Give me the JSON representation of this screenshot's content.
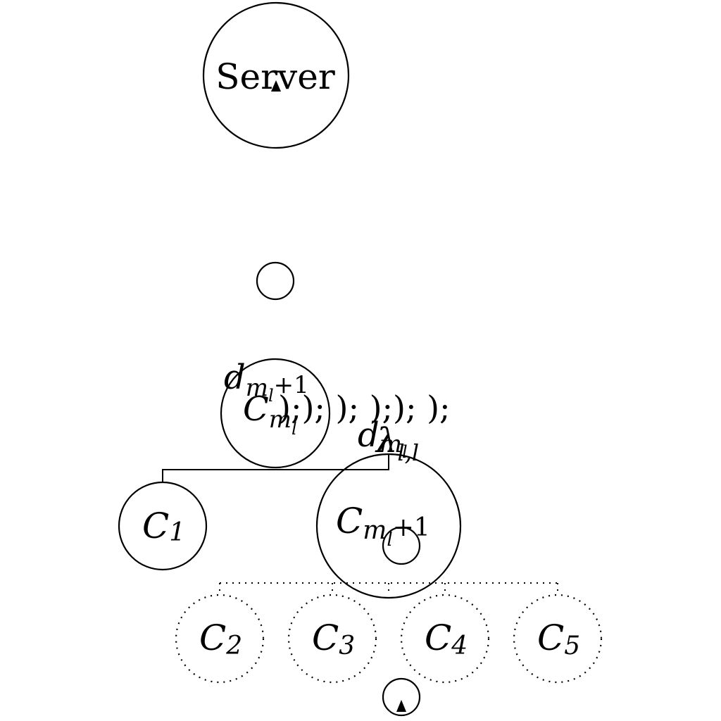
{
  "server": {
    "label": "Server"
  },
  "cluster_head": {
    "letter": "C",
    "subscript": "m",
    "sub_subscript": "l"
  },
  "edge_labels": {
    "left_top": {
      "var": "d",
      "sub": "m",
      "subsub": "l",
      "suffix": "+1"
    },
    "right": {
      "var": "d",
      "sub": "m",
      "subsub": "l"
    },
    "lambda": {
      "symbol": "λ",
      "sub": "l,l"
    },
    "garbage": ");); ); );); );"
  },
  "children": [
    {
      "letter": "C",
      "subscript": "1"
    },
    {
      "letter": "C",
      "subscript": "m",
      "sub_subscript": "l",
      "suffix": "+1"
    }
  ],
  "grandchildren": [
    {
      "letter": "C",
      "subscript": "2"
    },
    {
      "letter": "C",
      "subscript": "3"
    },
    {
      "letter": "C",
      "subscript": "4"
    },
    {
      "letter": "C",
      "subscript": "5"
    }
  ],
  "colors": {
    "stroke": "#000000",
    "background": "#ffffff"
  }
}
